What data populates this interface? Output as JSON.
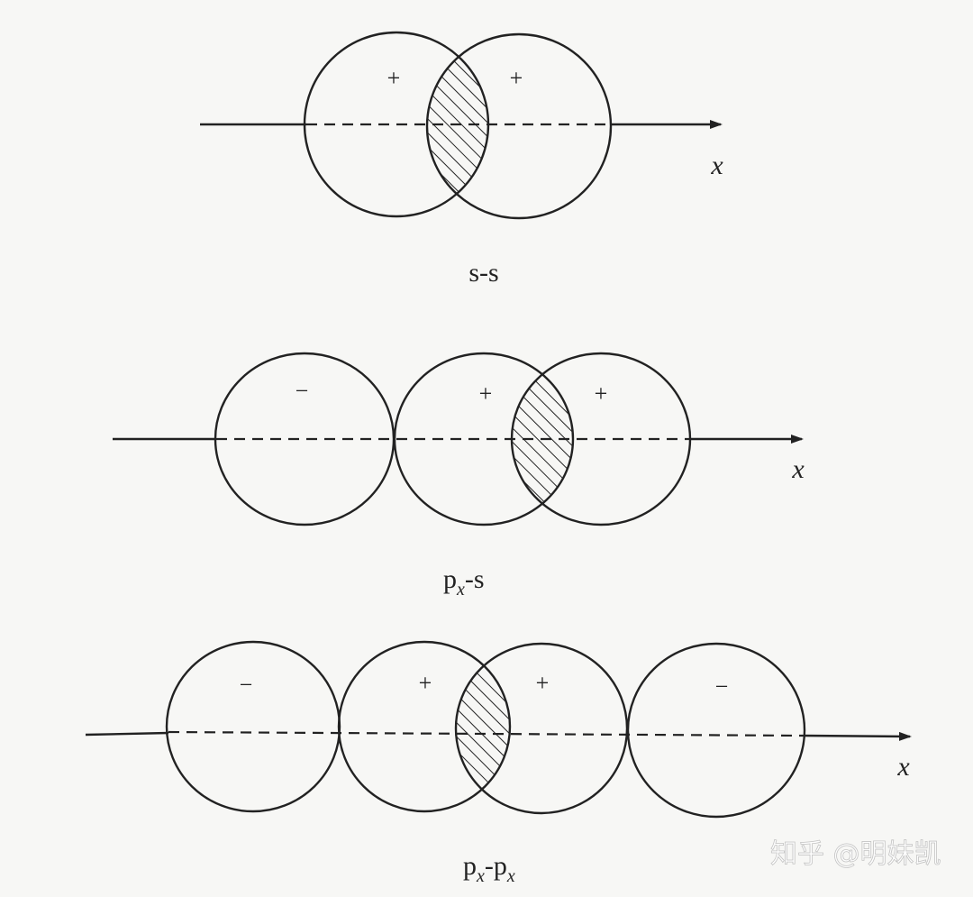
{
  "diagrams": [
    {
      "caption": "s-s",
      "axis_label": "x",
      "orbitals": [
        {
          "type": "s",
          "sign": "+"
        },
        {
          "type": "s",
          "sign": "+"
        }
      ],
      "overlap": "hatched region between s and s"
    },
    {
      "caption_main": "p",
      "caption_sub": "x",
      "caption_tail": "-s",
      "axis_label": "x",
      "orbitals": [
        {
          "type": "px-lobe",
          "sign": "−"
        },
        {
          "type": "px-lobe",
          "sign": "+"
        },
        {
          "type": "s",
          "sign": "+"
        }
      ],
      "overlap": "hatched region between px(+) lobe and s"
    },
    {
      "caption_main": "p",
      "caption_sub": "x",
      "caption_mid": "-p",
      "caption_sub2": "x",
      "axis_label": "x",
      "orbitals": [
        {
          "type": "px-lobe",
          "sign": "−"
        },
        {
          "type": "px-lobe",
          "sign": "+"
        },
        {
          "type": "px-lobe",
          "sign": "+"
        },
        {
          "type": "px-lobe",
          "sign": "−"
        }
      ],
      "overlap": "hatched region between the two + lobes"
    }
  ],
  "watermark": "知乎 @明妹凯"
}
